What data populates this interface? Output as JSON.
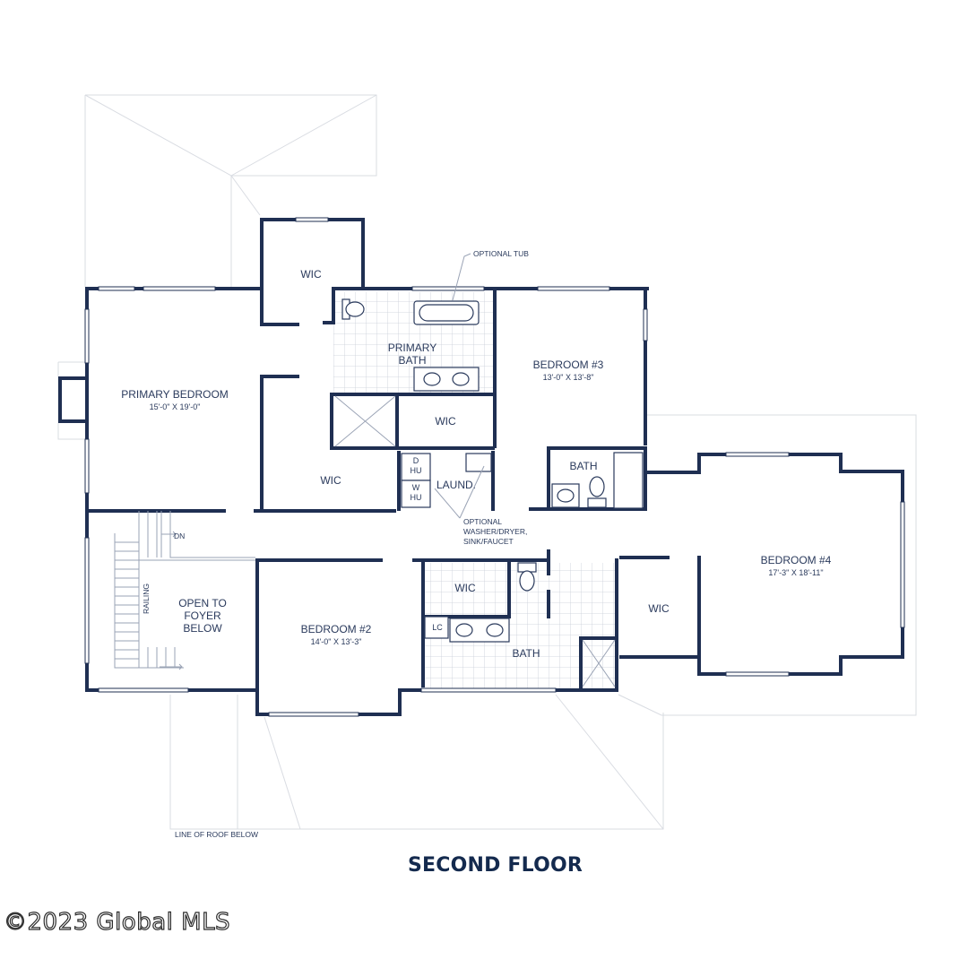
{
  "floor_title": "SECOND FLOOR",
  "copyright": "©2023 Global MLS",
  "colors": {
    "wall": "#1f2f52",
    "label": "#2a3a5c",
    "title": "#142a4e",
    "roof_line": "#d9dce2"
  },
  "rooms": {
    "primary_bedroom": {
      "name": "PRIMARY BEDROOM",
      "dims": "15'-0\" X 19'-0\""
    },
    "primary_bath": {
      "line1": "PRIMARY",
      "line2": "BATH"
    },
    "bedroom3": {
      "name": "BEDROOM #3",
      "dims": "13'-0\" X 13'-8\""
    },
    "bedroom4": {
      "name": "BEDROOM #4",
      "dims": "17'-3\" X 18'-11\""
    },
    "bedroom2": {
      "name": "BEDROOM #2",
      "dims": "14'-0\" X 13'-3\""
    },
    "open_to_foyer": {
      "line1": "OPEN TO",
      "line2": "FOYER",
      "line3": "BELOW"
    },
    "wic": "WIC",
    "bath": "BATH",
    "laund": "LAUND.",
    "lc": "LC"
  },
  "annotations": {
    "optional_tub": "OPTIONAL TUB",
    "optional_washer_1": "OPTIONAL",
    "optional_washer_2": "WASHER/DRYER,",
    "optional_washer_3": "SINK/FAUCET",
    "dn": "DN",
    "railing": "RAILING",
    "roof_below": "LINE OF ROOF BELOW",
    "d": "D",
    "hu": "HU",
    "w": "W"
  }
}
